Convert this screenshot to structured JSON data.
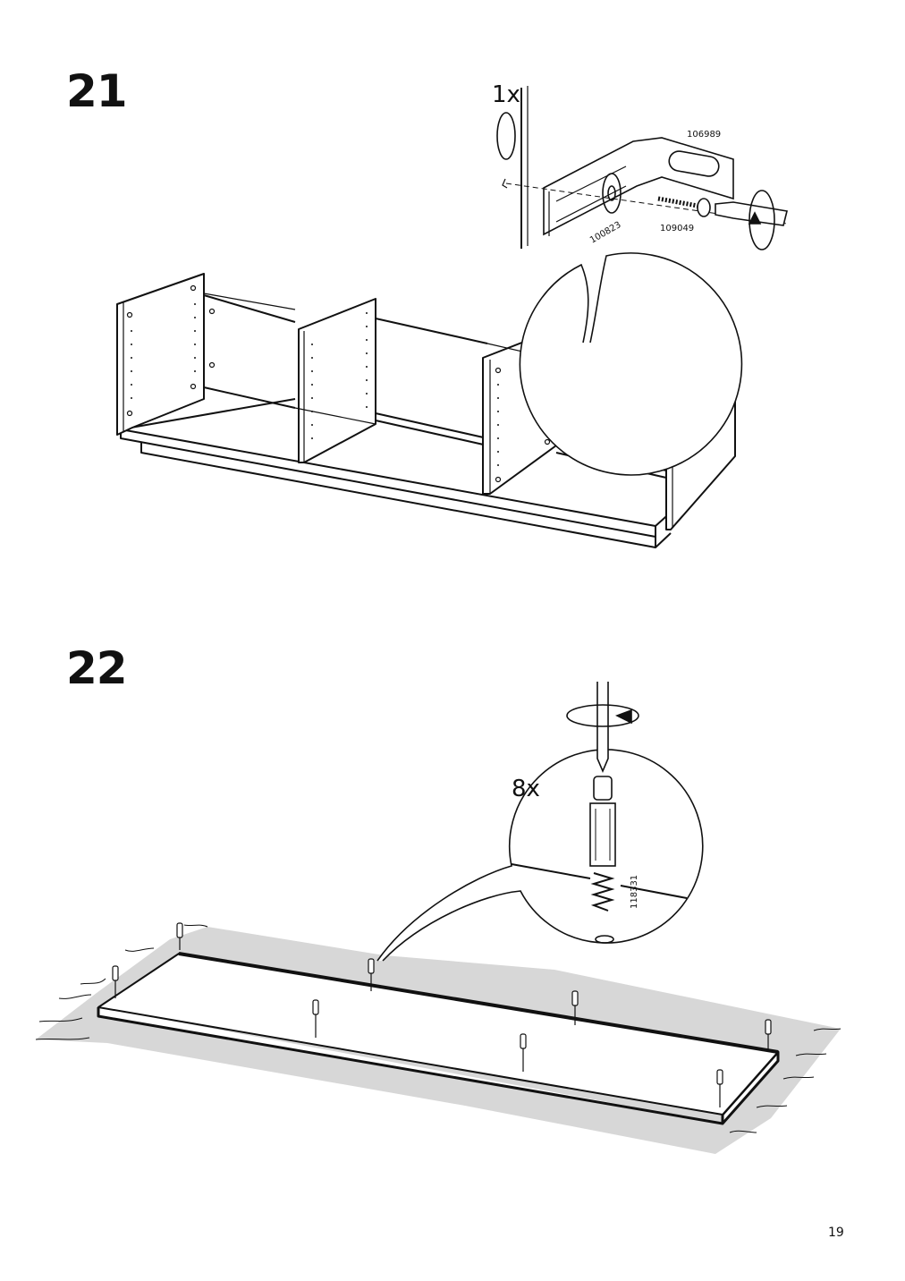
{
  "steps": [
    {
      "number": "21",
      "quantity": "1x",
      "parts": [
        "106989",
        "100823",
        "109049"
      ]
    },
    {
      "number": "22",
      "quantity": "8x",
      "parts": [
        "118331"
      ]
    }
  ],
  "page_number": "19"
}
